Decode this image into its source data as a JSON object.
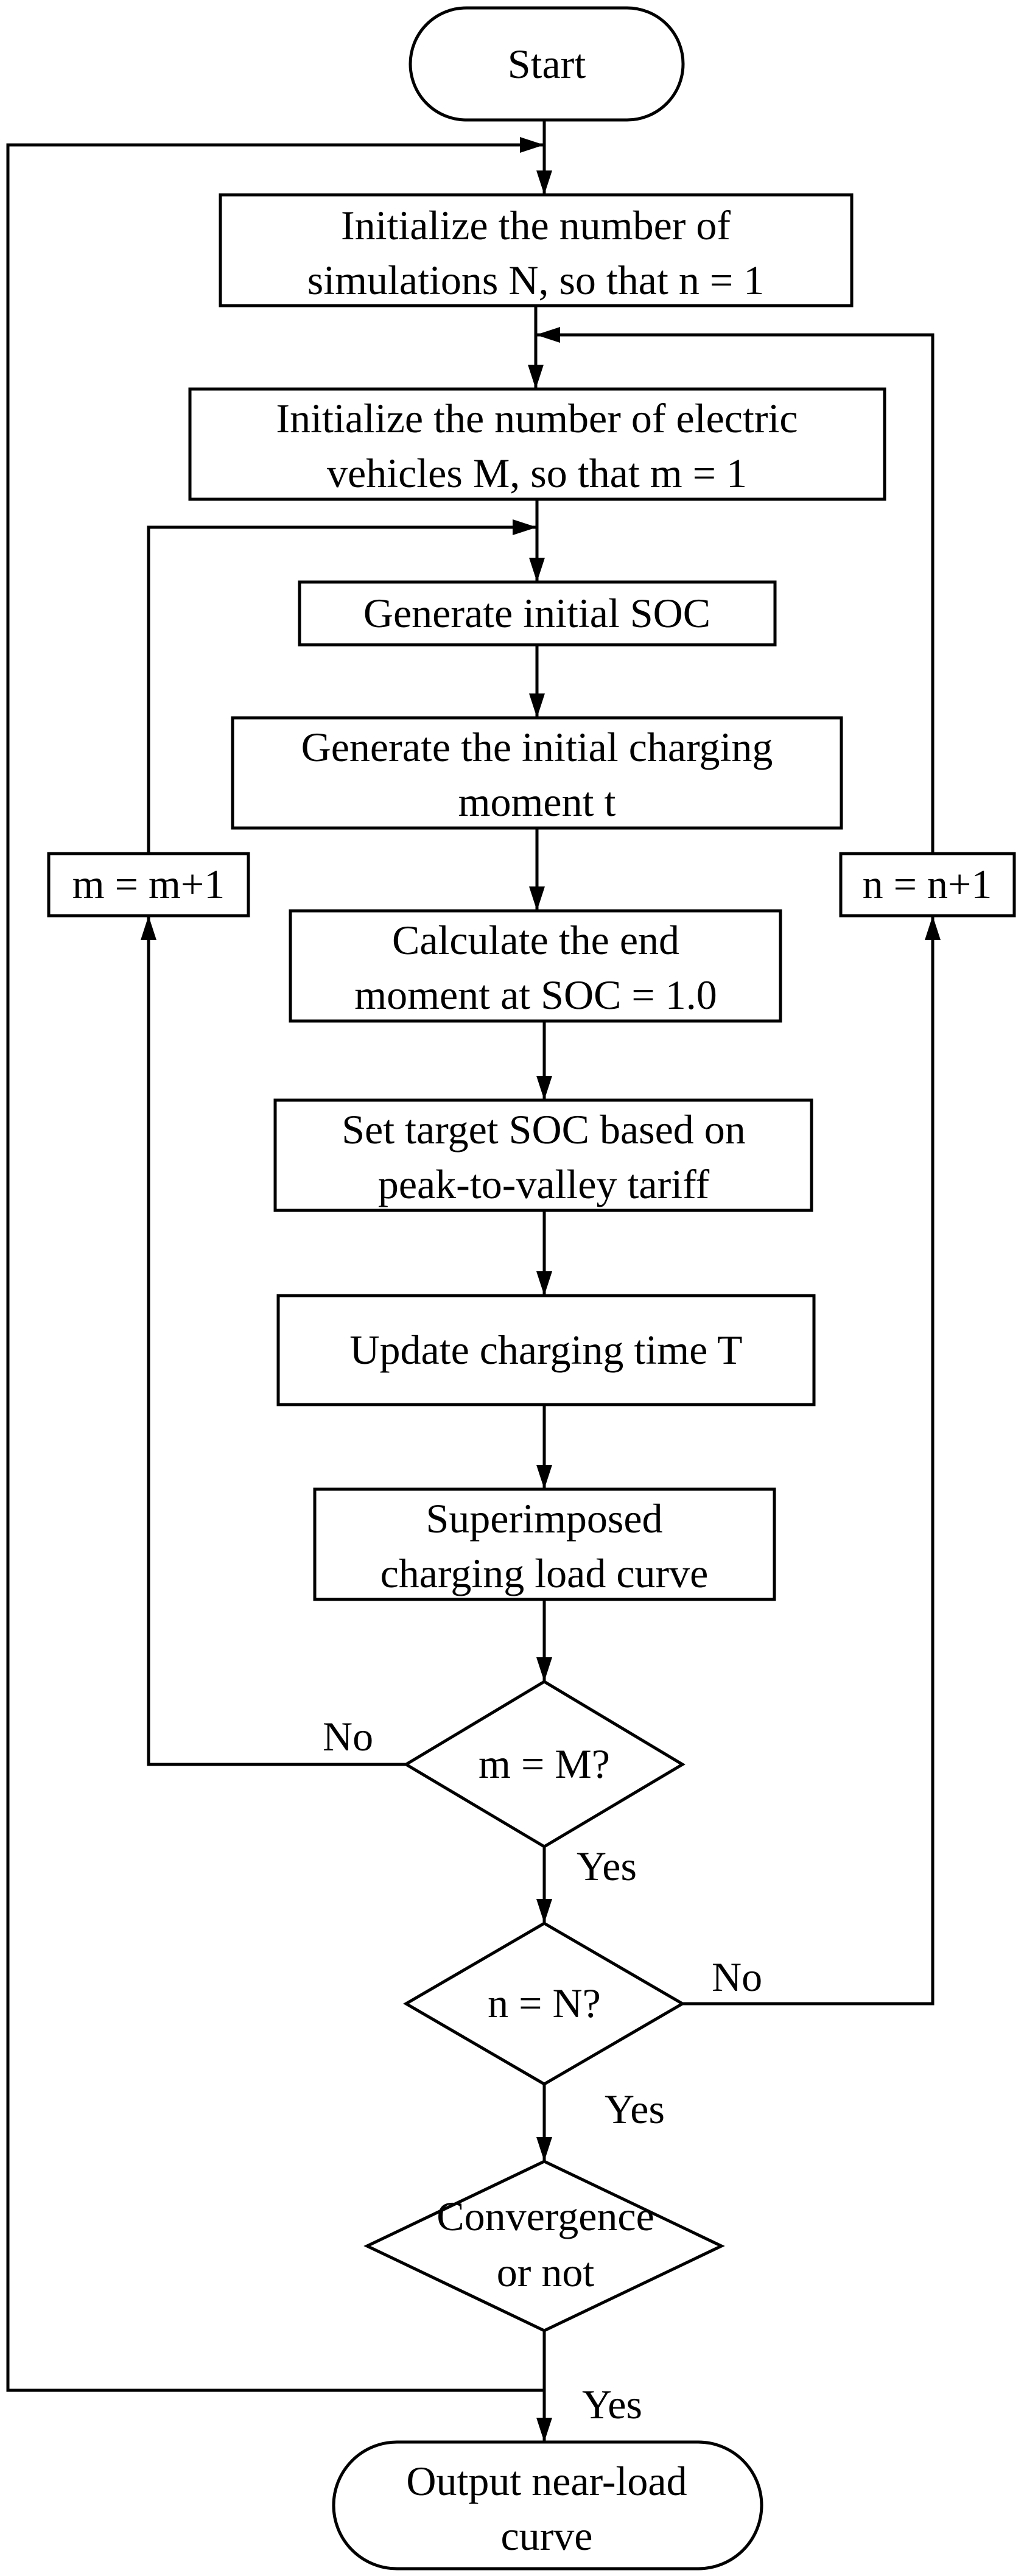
{
  "flowchart": {
    "start": {
      "lines": [
        "Start"
      ]
    },
    "init_simulations": {
      "lines": [
        "Initialize the number of",
        "simulations N, so that n = 1"
      ]
    },
    "init_vehicles": {
      "lines": [
        "Initialize the number of electric",
        "vehicles M, so that m = 1"
      ]
    },
    "gen_soc": {
      "lines": [
        "Generate initial SOC"
      ]
    },
    "gen_moment": {
      "lines": [
        "Generate the initial charging",
        "moment t"
      ]
    },
    "calc_end": {
      "lines": [
        "Calculate the end",
        "moment at SOC = 1.0"
      ]
    },
    "set_target": {
      "lines": [
        "Set target SOC based on",
        "peak-to-valley tariff"
      ]
    },
    "update_time": {
      "lines": [
        "Update charging time T"
      ]
    },
    "superimpose": {
      "lines": [
        "Superimposed",
        "charging load curve"
      ]
    },
    "decision_m": {
      "lines": [
        "m = M?"
      ]
    },
    "decision_n": {
      "lines": [
        "n = N?"
      ]
    },
    "decision_conv": {
      "lines": [
        "Convergence",
        "or not"
      ]
    },
    "output": {
      "lines": [
        "Output near-load",
        "curve"
      ]
    },
    "incr_m": {
      "lines": [
        "m = m+1"
      ]
    },
    "incr_n": {
      "lines": [
        "n = n+1"
      ]
    },
    "labels": {
      "m_no": "No",
      "m_yes": "Yes",
      "n_no": "No",
      "n_yes": "Yes",
      "conv_yes": "Yes"
    }
  }
}
